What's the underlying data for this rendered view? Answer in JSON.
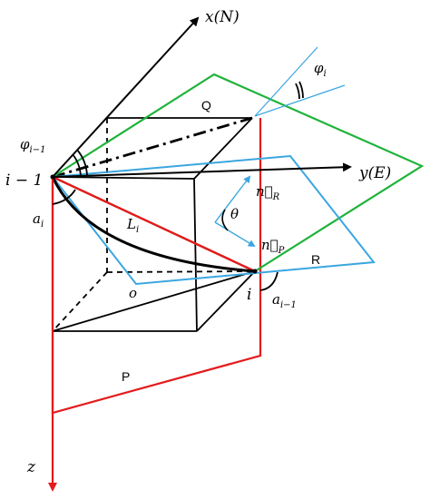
{
  "colors": {
    "axis": "#000000",
    "red": "#e41a1c",
    "green": "#1fb33a",
    "blue": "#3aa6e0",
    "cube": "#000000"
  },
  "labels": {
    "x_axis": "x(N)",
    "y_axis": "y(E)",
    "z_axis": "z",
    "point_prev": "i − 1",
    "point_i": "i",
    "origin": "o",
    "plane_q": "Q",
    "plane_r": "R",
    "plane_p": "P",
    "phi_prev": "φ",
    "phi_prev_sub": "i−1",
    "phi_i": "φ",
    "phi_i_sub": "i",
    "a_i": "a",
    "a_i_sub": "i",
    "a_prev": "a",
    "a_prev_sub": "i−1",
    "L_i": "L",
    "L_i_sub": "i",
    "theta": "θ",
    "n_R": "n⃗",
    "n_R_sub": "R",
    "n_P": "n⃗",
    "n_P_sub": "P"
  }
}
